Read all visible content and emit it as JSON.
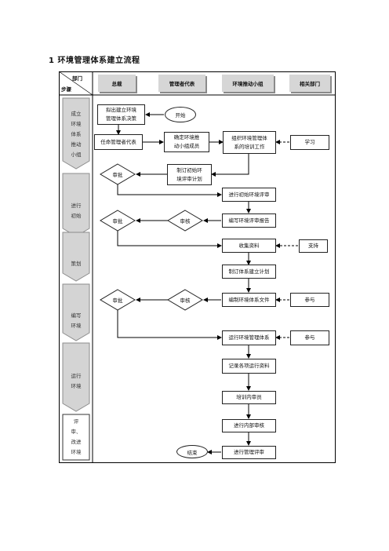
{
  "title": "1   环境管理体系建立流程",
  "header": {
    "corner_top": "部门",
    "corner_bottom": "步骤",
    "columns": [
      "总裁",
      "管理者代表",
      "环境推动小组",
      "相关部门"
    ]
  },
  "stages": [
    {
      "label": "成立\n环境\n体系\n推动\n小组"
    },
    {
      "label": "进行\n初始"
    },
    {
      "label": "策划"
    },
    {
      "label": "编写\n环境"
    },
    {
      "label": "运行\n环境"
    },
    {
      "label": "评\n审、\n改进\n环境"
    }
  ],
  "nodes": {
    "decision": "拟出建立环境\n管理体系决策",
    "start": "开始",
    "appoint_rep": "任命管理者代表",
    "team_members": "确定环境推\n动小组成员",
    "organize_training": "组织环境管理体\n系的培训工作",
    "learn": "学习",
    "plan_review": "制订初始环\n境评审计划",
    "approve1": "审批",
    "initial_review": "进行初始环境评审",
    "approve2": "审批",
    "audit1": "审核",
    "write_report": "编写环境评审报告",
    "collect": "收集资料",
    "support": "支持",
    "make_plan": "制订体系建立计划",
    "approve3": "审批",
    "audit2": "审核",
    "write_docs": "编制环境体系文件",
    "participate1": "参与",
    "run_system": "运行环境管理体系",
    "participate2": "参与",
    "record": "记录各项运行资料",
    "train_auditor": "培训内审员",
    "internal_audit": "进行内部审核",
    "end": "结束",
    "mgmt_review": "进行管理评审"
  }
}
